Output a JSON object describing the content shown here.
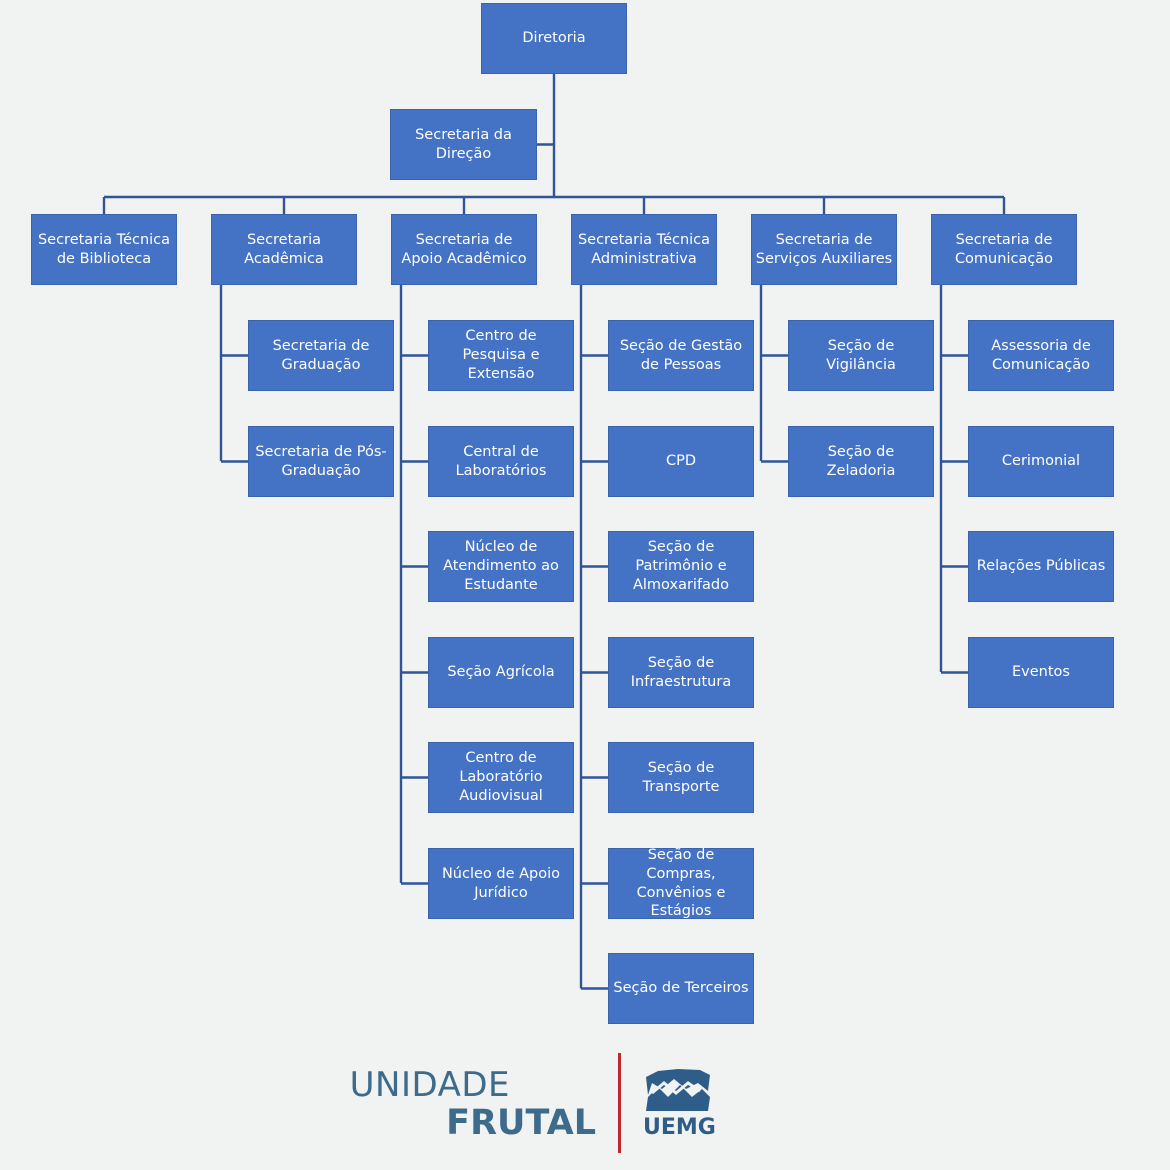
{
  "org_chart": {
    "root": {
      "label": "Diretoria"
    },
    "staff": {
      "label": "Secretaria da Direção"
    },
    "departments": [
      {
        "label": "Secretaria Técnica de Biblioteca",
        "children": []
      },
      {
        "label": "Secretaria Acadêmica",
        "children": [
          {
            "label": "Secretaria de Graduação"
          },
          {
            "label": "Secretaria de Pós-Graduação"
          }
        ]
      },
      {
        "label": "Secretaria de Apoio Acadêmico",
        "children": [
          {
            "label": "Centro de Pesquisa e Extensão"
          },
          {
            "label": "Central de Laboratórios"
          },
          {
            "label": "Núcleo de Atendimento ao Estudante"
          },
          {
            "label": "Seção Agrícola"
          },
          {
            "label": "Centro de Laboratório Audiovisual"
          },
          {
            "label": "Núcleo de Apoio Jurídico"
          }
        ]
      },
      {
        "label": "Secretaria Técnica Administrativa",
        "children": [
          {
            "label": "Seção de Gestão de Pessoas"
          },
          {
            "label": "CPD"
          },
          {
            "label": "Seção de Patrimônio e Almoxarifado"
          },
          {
            "label": "Seção de Infraestrutura"
          },
          {
            "label": "Seção de Transporte"
          },
          {
            "label": "Seção de Compras, Convênios e Estágios"
          },
          {
            "label": "Seção de Terceiros"
          }
        ]
      },
      {
        "label": "Secretaria de Serviços Auxiliares",
        "children": [
          {
            "label": "Seção de Vigilância"
          },
          {
            "label": "Seção de Zeladoria"
          }
        ]
      },
      {
        "label": "Secretaria de Comunicação",
        "children": [
          {
            "label": "Assessoria de Comunicação"
          },
          {
            "label": "Cerimonial"
          },
          {
            "label": "Relações Públicas"
          },
          {
            "label": "Eventos"
          }
        ]
      }
    ]
  },
  "logo": {
    "line1": "UNIDADE",
    "line2": "FRUTAL",
    "brand": "UEMG"
  },
  "colors": {
    "box_fill": "#4472c4",
    "box_border": "#3a63ad",
    "connector": "#2f5597",
    "background": "#f1f2f2",
    "logo_text": "#3d6b8c",
    "logo_divider": "#c0272d",
    "logo_brand": "#2f5d8a"
  }
}
